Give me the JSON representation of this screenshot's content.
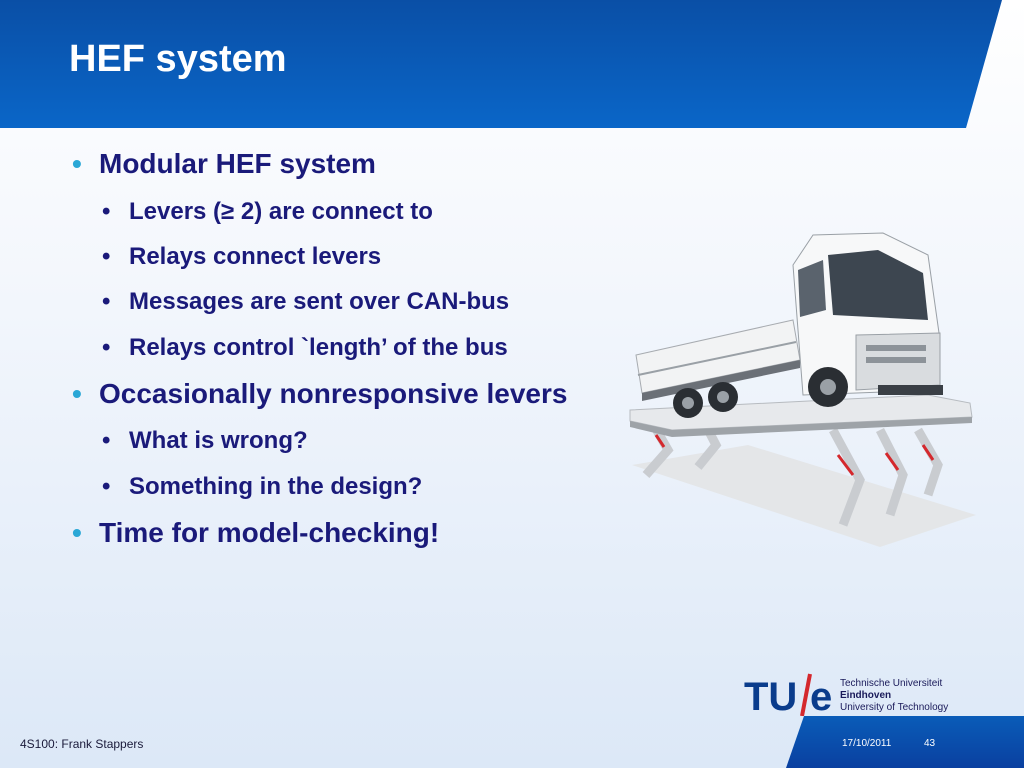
{
  "slide": {
    "title": "HEF system",
    "bullets": [
      {
        "level": 1,
        "text": "Modular HEF system"
      },
      {
        "level": 2,
        "text": "Levers (≥ 2) are connect to"
      },
      {
        "level": 2,
        "text": "Relays connect levers"
      },
      {
        "level": 2,
        "text": "Messages are sent over CAN-bus"
      },
      {
        "level": 2,
        "text": "Relays control `length’ of the bus"
      },
      {
        "level": 1,
        "text": "Occasionally nonresponsive levers"
      },
      {
        "level": 2,
        "text": "What is wrong?"
      },
      {
        "level": 2,
        "text": "Something in the design?"
      },
      {
        "level": 1,
        "text": "Time for model-checking!"
      }
    ],
    "bullet_glyph": "•",
    "colors": {
      "header_blue": "#0a5cb8",
      "text_navy": "#1a1a7a",
      "accent_cyan": "#2aa7d6",
      "logo_red": "#d4282d"
    }
  },
  "logo": {
    "mark_left": "TU",
    "mark_right": "e",
    "line1": "Technische Universiteit",
    "line2": "Eindhoven",
    "line3": "University of Technology"
  },
  "footer": {
    "course": "4S100: Frank Stappers",
    "date": "17/10/2011",
    "page": "43"
  },
  "image": {
    "subject": "truck-on-lift-platform-image"
  }
}
